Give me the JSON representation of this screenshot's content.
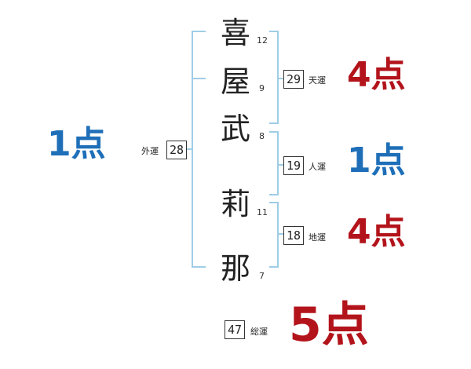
{
  "name": {
    "surname": [
      {
        "char": "喜",
        "strokes": "12"
      },
      {
        "char": "屋",
        "strokes": "9"
      },
      {
        "char": "武",
        "strokes": "8"
      }
    ],
    "given": [
      {
        "char": "莉",
        "strokes": "11"
      },
      {
        "char": "那",
        "strokes": "7"
      }
    ]
  },
  "fortunes": {
    "gaiun": {
      "value": "28",
      "label": "外運",
      "score": "1点"
    },
    "tenun": {
      "value": "29",
      "label": "天運",
      "score": "4点"
    },
    "jinun": {
      "value": "19",
      "label": "人運",
      "score": "1点"
    },
    "chiun": {
      "value": "18",
      "label": "地運",
      "score": "4点"
    },
    "souun": {
      "value": "47",
      "label": "総運",
      "score": "5点"
    }
  },
  "colors": {
    "bracket": "#9fcde6",
    "score_blue": "#1e6fb8",
    "score_red": "#b3141b"
  }
}
